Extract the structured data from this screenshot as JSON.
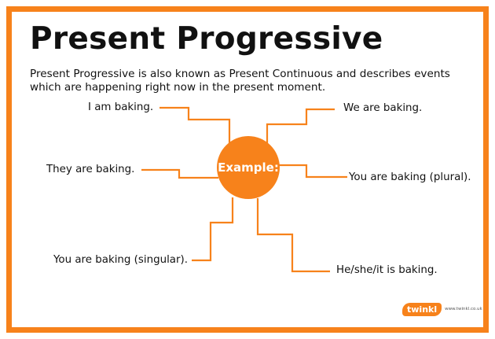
{
  "title": "Present Progressive",
  "description": "Present Progressive is also known as Present Continuous and describes events which are happening right now in the present moment.",
  "hub_label": "Example:",
  "examples": {
    "top_left": "I am baking.",
    "mid_left": "They are baking.",
    "bottom_left": "You are baking (singular).",
    "top_right": "We are baking.",
    "mid_right": "You are baking (plural).",
    "bottom_right": "He/she/it is baking."
  },
  "logo": {
    "brand": "twinkl",
    "url": "www.twinkl.co.uk"
  },
  "colors": {
    "accent": "#f7821b",
    "text": "#111111",
    "background": "#ffffff"
  }
}
